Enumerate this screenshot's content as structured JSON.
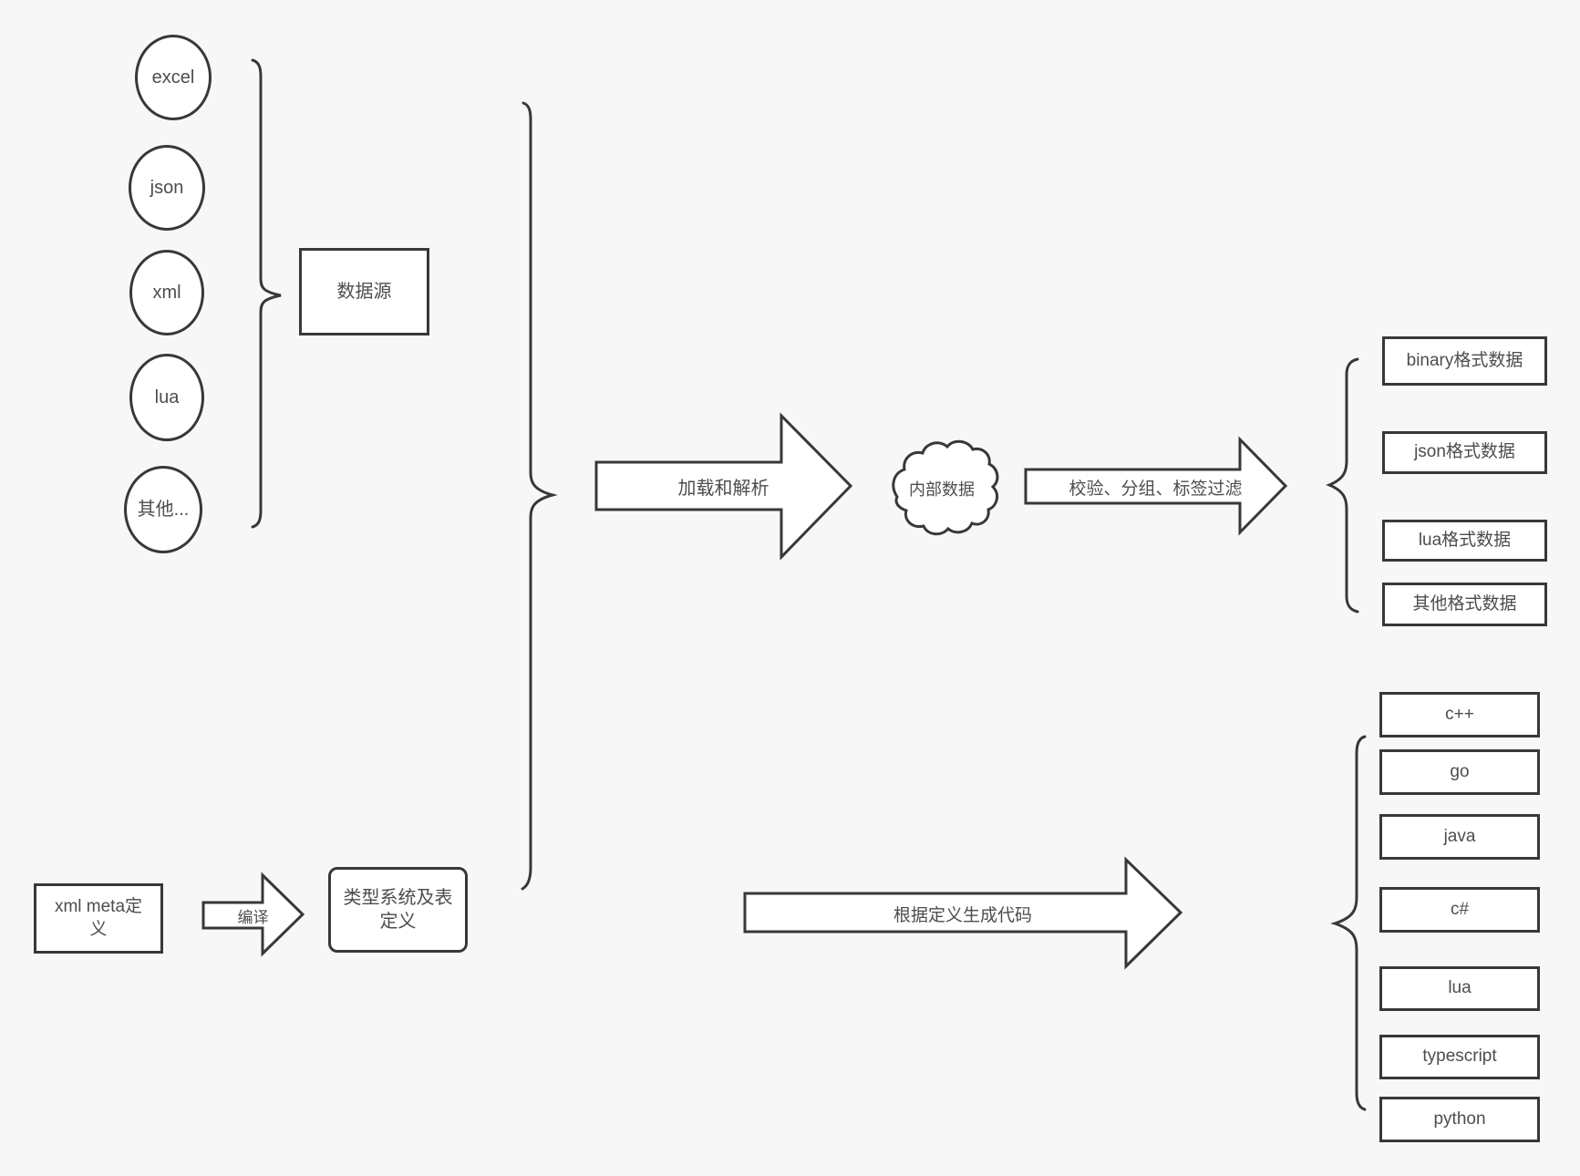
{
  "colors": {
    "background": "#f7f7f7",
    "stroke": "#383838",
    "shape_fill": "#ffffff",
    "text": "#4d4d4d"
  },
  "data_sources": {
    "group_label": "数据源",
    "items": [
      {
        "label": "excel"
      },
      {
        "label": "json"
      },
      {
        "label": "xml"
      },
      {
        "label": "lua"
      },
      {
        "label": "其他..."
      }
    ]
  },
  "pipeline": {
    "load_arrow_label": "加载和解析",
    "internal_data_label": "内部数据",
    "filter_arrow_label": "校验、分组、标签过滤"
  },
  "output_formats": {
    "items": [
      {
        "label": "binary格式数据"
      },
      {
        "label": "json格式数据"
      },
      {
        "label": "lua格式数据"
      },
      {
        "label": "其他格式数据"
      }
    ]
  },
  "definition_flow": {
    "xml_meta_label": "xml meta定义",
    "compile_arrow_label": "编译",
    "type_system_label": "类型系统及表定义",
    "codegen_arrow_label": "根据定义生成代码"
  },
  "languages": {
    "items": [
      {
        "label": "c++"
      },
      {
        "label": "go"
      },
      {
        "label": "java"
      },
      {
        "label": "c#"
      },
      {
        "label": "lua"
      },
      {
        "label": "typescript"
      },
      {
        "label": "python"
      }
    ]
  }
}
